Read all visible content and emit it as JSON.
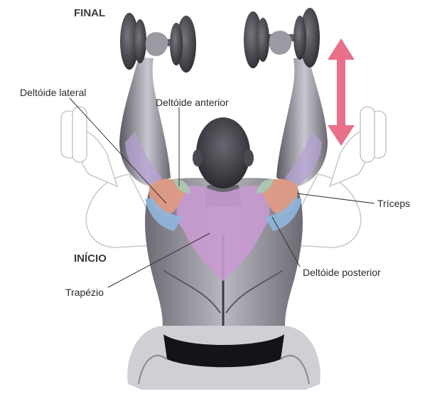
{
  "phases": {
    "final": "FINAL",
    "start": "INÍCIO"
  },
  "labels": {
    "lateral_deltoid": "Deltóide lateral",
    "anterior_deltoid": "Deltóide anterior",
    "triceps": "Tríceps",
    "posterior_deltoid": "Deltóide posterior",
    "trapezius": "Trapézio"
  },
  "colors": {
    "skin": "#c9c9d1",
    "skin_dark": "#55525c",
    "trapezius": "#c89ad0",
    "lateral_deltoid": "#e39c84",
    "posterior_deltoid": "#8fb6de",
    "anterior_deltoid": "#a7ccb4",
    "arm_muscle": "#b5a2d4",
    "dumbbell": "#3a3940",
    "arrow": "#e8708a"
  },
  "icons": {
    "movement_arrow": "double-headed-vertical-arrow"
  }
}
